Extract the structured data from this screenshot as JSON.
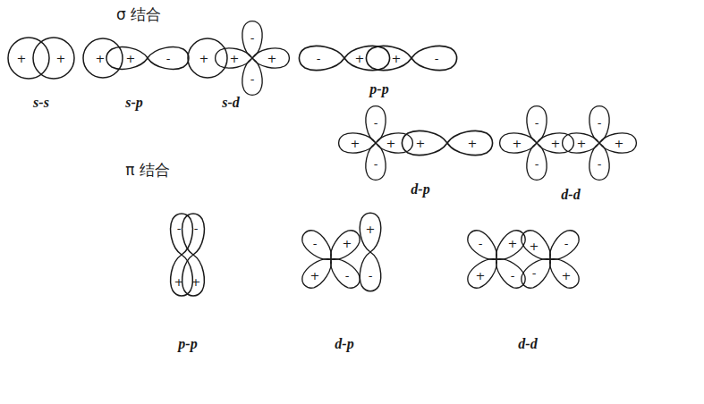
{
  "diagram": {
    "labels": [
      "σ 结合",
      "+",
      "+",
      "s-s",
      "+",
      "+",
      "-",
      "s-p",
      "+",
      "-",
      "+",
      "-",
      "+",
      "s-d",
      "-",
      "+",
      "+",
      "-",
      "p-p",
      "-",
      "+",
      "+",
      "-",
      "+",
      "+",
      "d-p",
      "+",
      "-",
      "-",
      "+",
      "+",
      "-",
      "-",
      "+",
      "d-d",
      "π 结合",
      "-",
      "-",
      "+",
      "+",
      "p-p",
      "-",
      "+",
      "+",
      "-",
      "+",
      "-",
      "d-p",
      "-",
      "+",
      "+",
      "-",
      "+",
      "-",
      "-",
      "+",
      "d-d"
    ]
  }
}
